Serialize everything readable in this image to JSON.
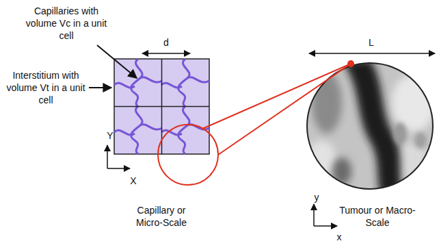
{
  "diagram": {
    "nodes": [
      {
        "text": [
          "Capillary or Micro-Scale"
        ]
      },
      {
        "text": [
          "Tumour or Macro-Scale"
        ]
      }
    ],
    "labels": [
      "Capillaries with volume Vc in a unit cell",
      "d",
      "L",
      "Interstitium with volume Vt in a unit cell",
      "Y",
      "X",
      "y",
      "x"
    ]
  }
}
